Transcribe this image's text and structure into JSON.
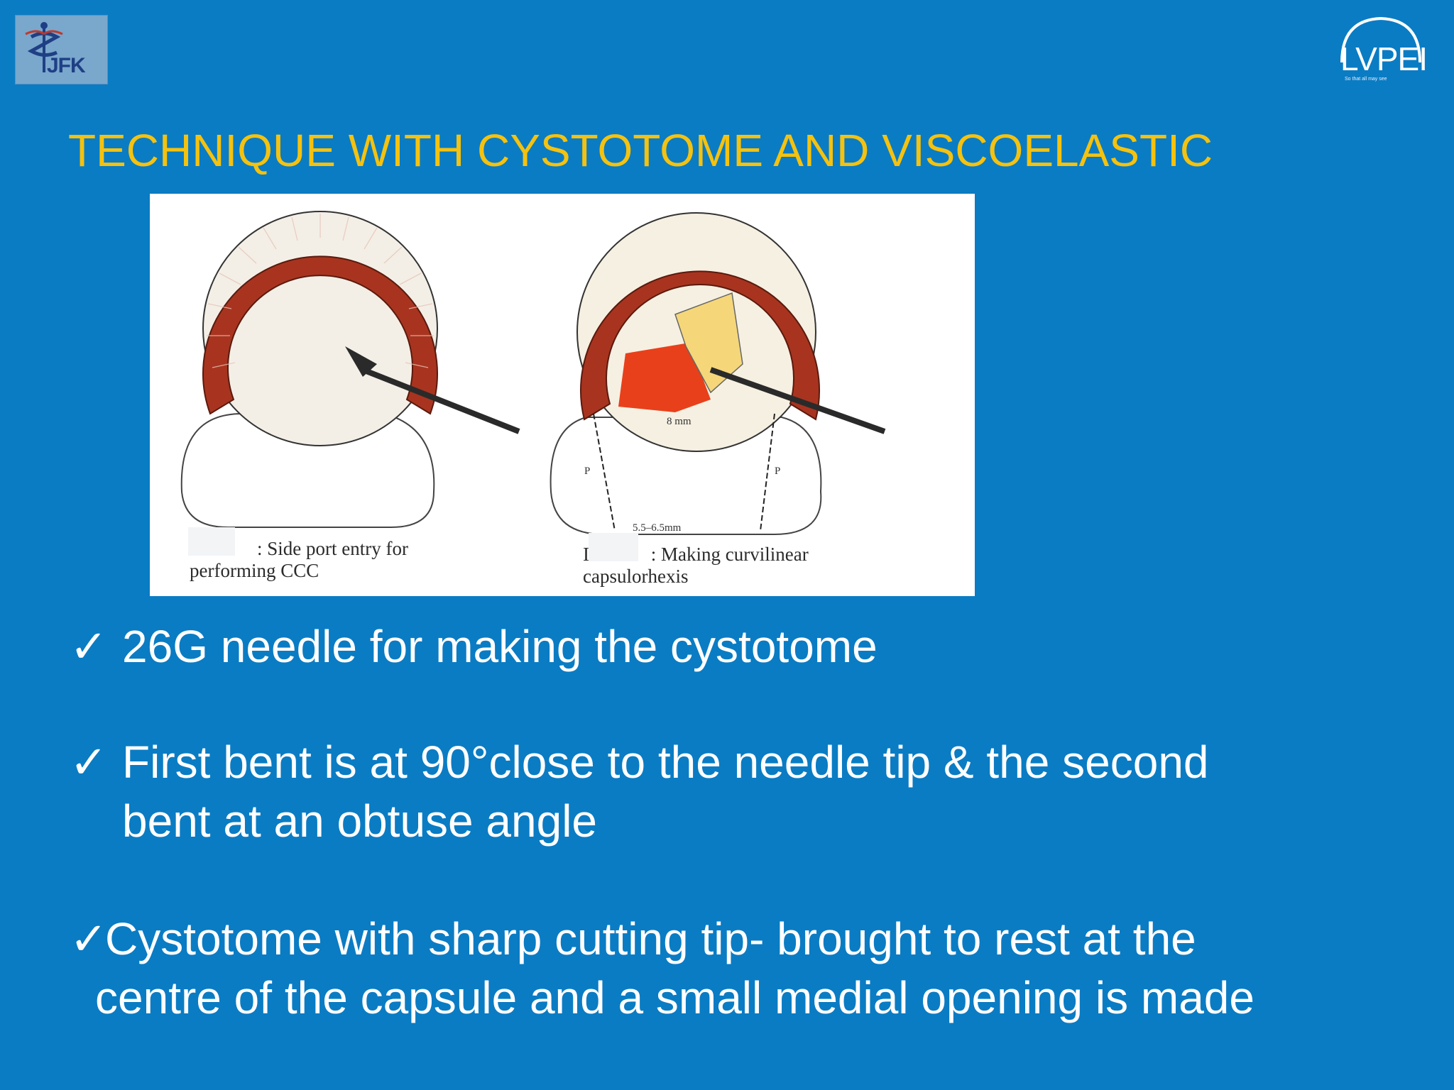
{
  "logos": {
    "left_text": "JFK",
    "right_text": "LVPEI",
    "right_tagline": "So that all may see"
  },
  "slide": {
    "title": "TECHNIQUE WITH CYSTOTOME AND VISCOELASTIC"
  },
  "figure": {
    "caption_left_line1": ": Side port entry for",
    "caption_left_line2": "performing CCC",
    "caption_right_prefix": "I",
    "caption_right_line1": ": Making curvilinear",
    "caption_right_line2": "capsulorhexis",
    "label_8mm": "8 mm",
    "label_range": "5.5–6.5mm",
    "label_p_left": "P",
    "label_p_right": "P"
  },
  "bullets": {
    "check": "✓",
    "b1": "26G needle for making the cystotome",
    "b2_line1": "First bent is at 90°close to the needle tip & the second",
    "b2_line2": "bent at an obtuse angle",
    "b3_line1": "Cystotome with sharp cutting tip- brought to rest at the",
    "b3_line2": "centre of the capsule and a small medial opening is made"
  },
  "colors": {
    "background": "#0a7cc4",
    "title": "#f5c20f",
    "text": "#ffffff",
    "iris": "#a8341f"
  }
}
